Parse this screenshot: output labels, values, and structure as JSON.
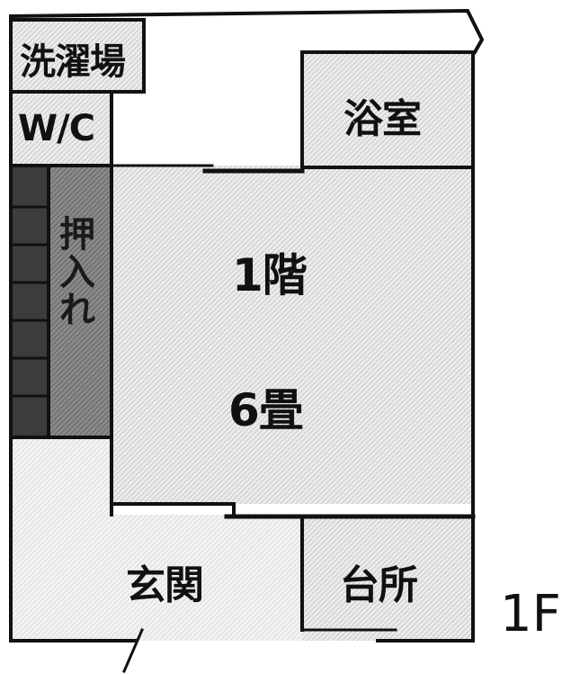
{
  "rooms": {
    "laundry": "洗濯場",
    "wc": "W/C",
    "bath": "浴室",
    "closet_chars": [
      "押",
      "入",
      "れ"
    ],
    "main_room_floor": "1階",
    "main_room_size": "6畳",
    "entrance": "玄関",
    "kitchen": "台所"
  },
  "floor_label": "1F"
}
